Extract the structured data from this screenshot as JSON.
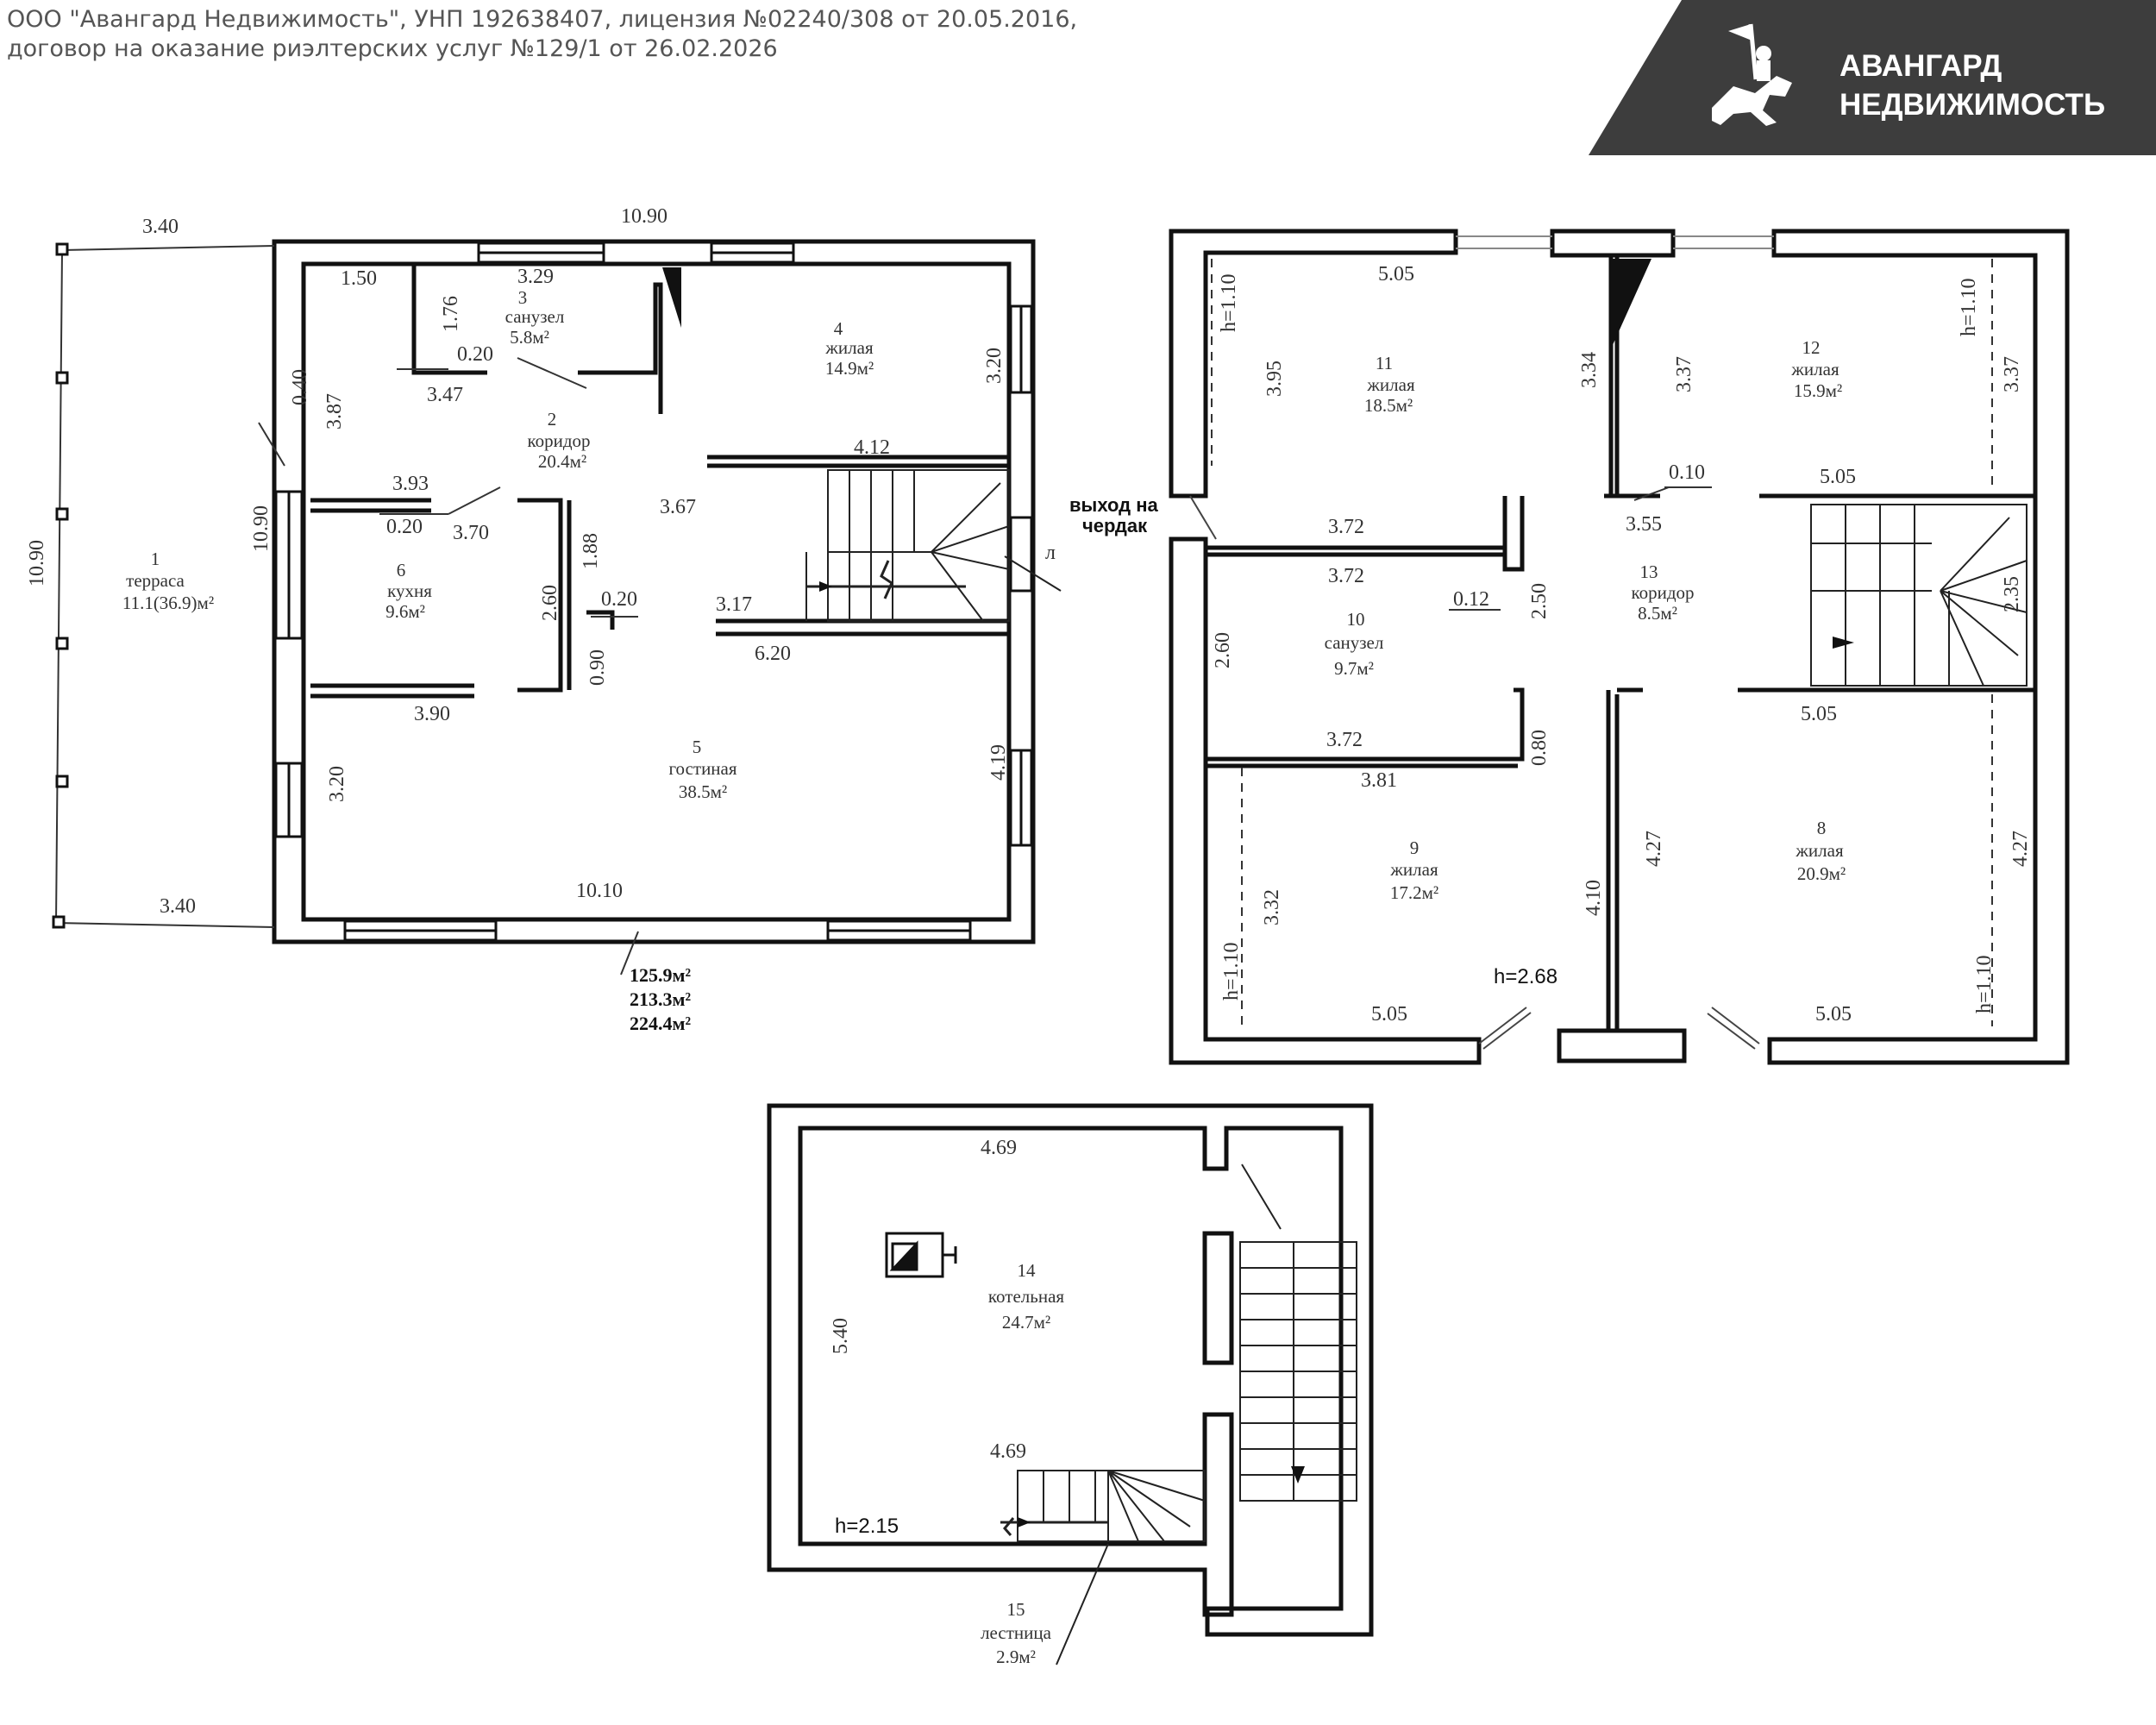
{
  "header": {
    "line1": "ООО \"Авангард Недвижимость\", УНП 192638407, лицензия №02240/308 от 20.05.2016,",
    "line2": "договор на оказание риэлтерских услуг №129/1 от 26.02.2026"
  },
  "brand": {
    "name_line1": "АВАНГАРД",
    "name_line2": "НЕДВИЖИМОСТЬ",
    "bg_color": "#3d3d3d",
    "text_color": "#ffffff",
    "icon": "knight-on-horse-logo"
  },
  "floor1": {
    "rooms": [
      {
        "num": "1",
        "name": "терраса",
        "area": "11.1(36.9)м²"
      },
      {
        "num": "2",
        "name": "коридор",
        "area": "20.4м²"
      },
      {
        "num": "3",
        "name": "санузел",
        "area": "5.8м²"
      },
      {
        "num": "4",
        "name": "жилая",
        "area": "14.9м²"
      },
      {
        "num": "5",
        "name": "гостиная",
        "area": "38.5м²"
      },
      {
        "num": "6",
        "name": "кухня",
        "area": "9.6м²"
      }
    ],
    "dims": {
      "top_left": "3.40",
      "top_total": "10.90",
      "bottom_left": "3.40",
      "left_total": "10.90",
      "wall_side": "10.90",
      "d150": "1.50",
      "d329": "3.29",
      "d176": "1.76",
      "d020a": "0.20",
      "d040": "0.40",
      "d387": "3.87",
      "d347": "3.47",
      "d320a": "3.20",
      "d412": "4.12",
      "d393": "3.93",
      "d020b": "0.20",
      "d370": "3.70",
      "d367": "3.67",
      "d188": "1.88",
      "d260": "2.60",
      "d020c": "0.20",
      "d317": "3.17",
      "d090": "0.90",
      "d620": "6.20",
      "d390": "3.90",
      "d320b": "3.20",
      "d419": "4.19",
      "d1010": "10.10",
      "door_mark": "л"
    },
    "totals": [
      "125.9м²",
      "213.3м²",
      "224.4м²"
    ]
  },
  "floor2": {
    "rooms": [
      {
        "num": "8",
        "name": "жилая",
        "area": "20.9м²"
      },
      {
        "num": "9",
        "name": "жилая",
        "area": "17.2м²"
      },
      {
        "num": "10",
        "name": "санузел",
        "area": "9.7м²"
      },
      {
        "num": "11",
        "name": "жилая",
        "area": "18.5м²"
      },
      {
        "num": "12",
        "name": "жилая",
        "area": "15.9м²"
      },
      {
        "num": "13",
        "name": "коридор",
        "area": "8.5м²"
      }
    ],
    "attic_exit_line1": "выход на",
    "attic_exit_line2": "чердак",
    "height": "h=2.68",
    "dims": {
      "d505_top": "5.05",
      "h110_l": "h=1.10",
      "d395": "3.95",
      "d334": "3.34",
      "d337a": "3.37",
      "h110_r": "h=1.10",
      "d337b": "3.37",
      "d010": "0.10",
      "d505_mid": "5.05",
      "d372a": "3.72",
      "d355": "3.55",
      "d372b": "3.72",
      "d012": "0.12",
      "d250": "2.50",
      "d235": "2.35",
      "d260": "2.60",
      "d505_r": "5.05",
      "d372c": "3.72",
      "d080": "0.80",
      "d381": "3.81",
      "d427a": "4.27",
      "d427b": "4.27",
      "d332": "3.32",
      "d410": "4.10",
      "h110_bl": "h=1.10",
      "h110_br": "h=1.10",
      "d505_bl": "5.05",
      "d505_br": "5.05"
    }
  },
  "basement": {
    "rooms": [
      {
        "num": "14",
        "name": "котельная",
        "area": "24.7м²"
      },
      {
        "num": "15",
        "name": "лестница",
        "area": "2.9м²"
      }
    ],
    "height": "h=2.15",
    "dims": {
      "d469_top": "4.69",
      "d540": "5.40",
      "d469_mid": "4.69"
    }
  }
}
